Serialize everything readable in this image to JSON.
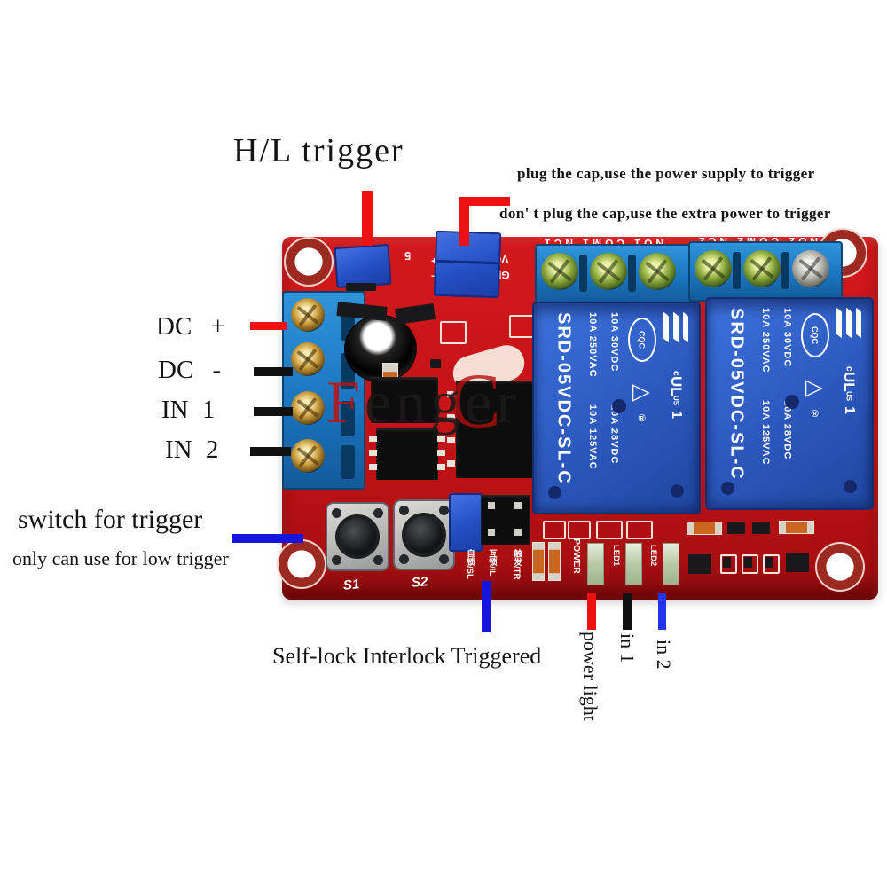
{
  "annotations": {
    "hl_trigger": "H/L trigger",
    "plug_cap": "plug the cap,use the power supply to trigger",
    "dont_plug_cap": "don' t plug the cap,use the extra power to trigger",
    "dc_plus": "DC +",
    "dc_minus": "DC -",
    "in_1": "IN 1",
    "in_2": "IN 2",
    "switch_for_trigger": "switch for trigger",
    "low_trigger_note": "only can use for low trigger",
    "self_lock": "Self-lock Interlock Triggered",
    "power_light": "power light",
    "in_1_wire": "in 1",
    "in_2_wire": "in 2"
  },
  "board": {
    "watermark": {
      "f": "F",
      "mid": "en",
      "logo_c": "C",
      "end": "ger"
    },
    "silkscreen": {
      "s1": "S1",
      "s2": "S2",
      "power": "POWER",
      "led1": "LED1",
      "led2": "LED2",
      "jumper_sl": "自锁/SL",
      "jumper_il": "互锁/IL",
      "jumper_tr": "触发/TR",
      "vcc": "VCC",
      "gnd": "GND",
      "tru_plus": "TRU+",
      "tru_minus": "TRU-",
      "five": "5",
      "contacts_1": "NO1 COM1 NC1",
      "contacts_2": "NO2 COM2 NC2"
    },
    "relay": {
      "model": "SRD-05VDC-SL-C",
      "rating_ac_1": "10A 250VAC",
      "rating_ac_2": "10A 125VAC",
      "rating_dc_1": "10A 30VDC",
      "rating_dc_2": "10A 28VDC",
      "cert": "CQC",
      "tri_mark": "△",
      "reg": "®",
      "ul_c": "c",
      "ul": "UL",
      "ul_us": "US",
      "pin_1": "1"
    }
  },
  "colors": {
    "pcb_red": "#c41316",
    "terminal_blue": "#1b7ec9",
    "relay_blue": "#2e5ec9",
    "jumper_blue": "#2353cf",
    "annotation_red": "#ee1111",
    "annotation_blue": "#1515dd",
    "annotation_black": "#111111",
    "silkscreen_white": "#ffffff"
  }
}
